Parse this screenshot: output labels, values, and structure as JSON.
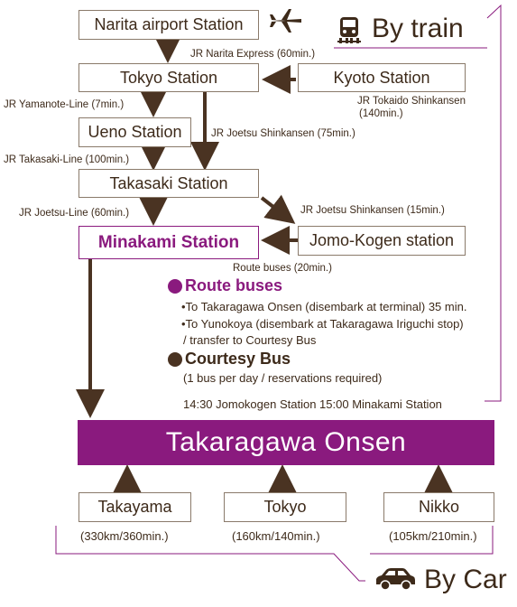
{
  "colors": {
    "accent": "#8a1a7e",
    "brown": "#4a3322",
    "border": "#8a7a6a"
  },
  "stations": {
    "narita": "Narita airport Station",
    "tokyo": "Tokyo Station",
    "kyoto": "Kyoto Station",
    "ueno": "Ueno Station",
    "takasaki": "Takasaki Station",
    "minakami": "Minakami Station",
    "jomo_kogen": "Jomo-Kogen station"
  },
  "routes": {
    "narita_express": "JR Narita Express (60min.)",
    "yamanote": "JR Yamanote-Line (7min.)",
    "tokaido_1": "JR Tokaido Shinkansen",
    "tokaido_2": "(140min.)",
    "joetsu_75": "JR Joetsu Shinkansen (75min.)",
    "takasaki_line": "JR Takasaki-Line (100min.)",
    "joetsu_line": "JR Joetsu-Line (60min.)",
    "joetsu_15": "JR Joetsu Shinkansen (15min.)",
    "route_buses_20": "Route buses (20min.)"
  },
  "by_train": {
    "title": "By train",
    "icon": "train-icon"
  },
  "airport_icon": "airplane-icon",
  "route_buses": {
    "heading": "Route buses",
    "line1": "•To Takaragawa Onsen (disembark at terminal) 35 min.",
    "line2": "•To Yunokoya (disembark at Takaragawa Iriguchi stop)",
    "line3": "/ transfer to Courtesy Bus"
  },
  "courtesy_bus": {
    "heading": "Courtesy Bus",
    "line1": "(1 bus per day / reservations required)",
    "line2": "14:30 Jomokogen Station 15:00 Minakami Station"
  },
  "destination": "Takaragawa Onsen",
  "by_car": {
    "title": "By Car",
    "icon": "car-icon",
    "origins": [
      {
        "name": "Takayama",
        "distance": "(330km/360min.)"
      },
      {
        "name": "Tokyo",
        "distance": "(160km/140min.)"
      },
      {
        "name": "Nikko",
        "distance": "(105km/210min.)"
      }
    ]
  }
}
